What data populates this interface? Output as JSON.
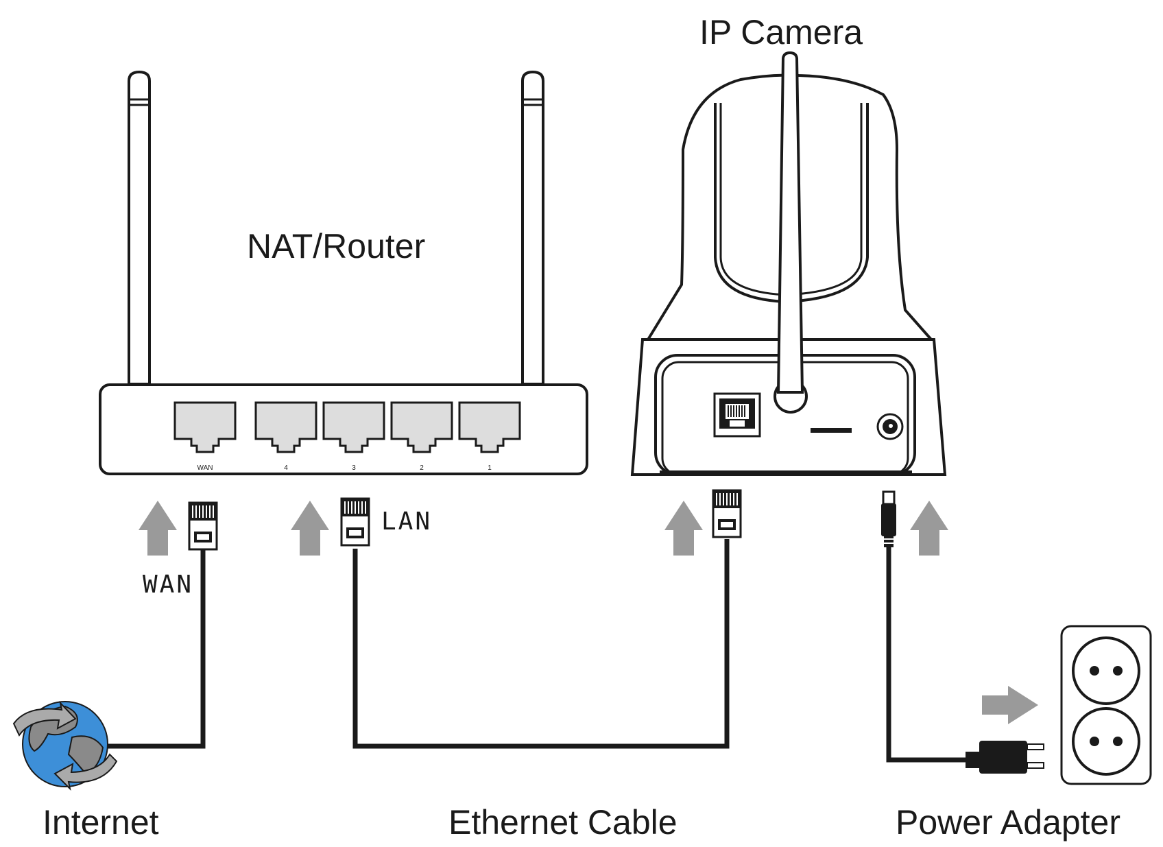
{
  "labels": {
    "ip_camera": "IP Camera",
    "router": "NAT/Router",
    "wan_tag": "WAN",
    "lan_tag": "LAN",
    "internet": "Internet",
    "ethernet_cable": "Ethernet Cable",
    "power_adapter": "Power Adapter"
  },
  "router_ports": [
    "WAN",
    "4",
    "3",
    "2",
    "1"
  ],
  "colors": {
    "line": "#1a1a1a",
    "arrow": "#9a9a9a",
    "port_fill": "#dddddd",
    "globe_ocean": "#3d8fd8",
    "globe_land": "#8a8a8a"
  }
}
